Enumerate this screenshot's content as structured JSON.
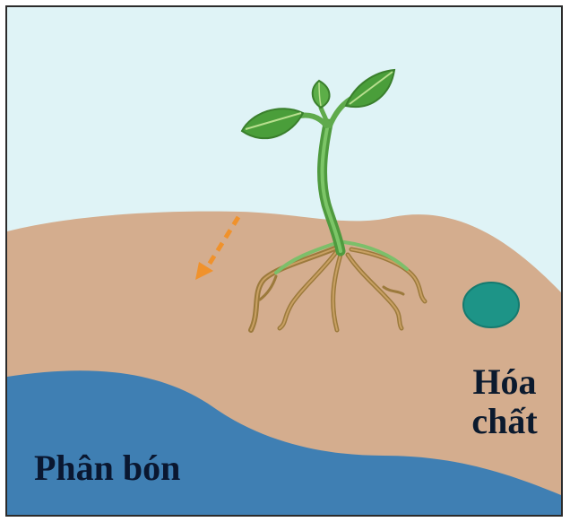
{
  "labels": {
    "fertilizer": "Phân bón",
    "chemical_line1": "Hóa",
    "chemical_line2": "chất"
  },
  "colors": {
    "sky": "#dff3f6",
    "soil": "#d4ad8e",
    "water": "#3f7fb3",
    "leaf": "#4a9e3a",
    "stem": "#5faa4c",
    "root": "#9c7a3c",
    "arrow": "#f0922c",
    "chemical_dot": "#1d9487"
  },
  "icons": {
    "arrow": "dashed-arrow-down-left",
    "chemical": "teal-circle"
  }
}
